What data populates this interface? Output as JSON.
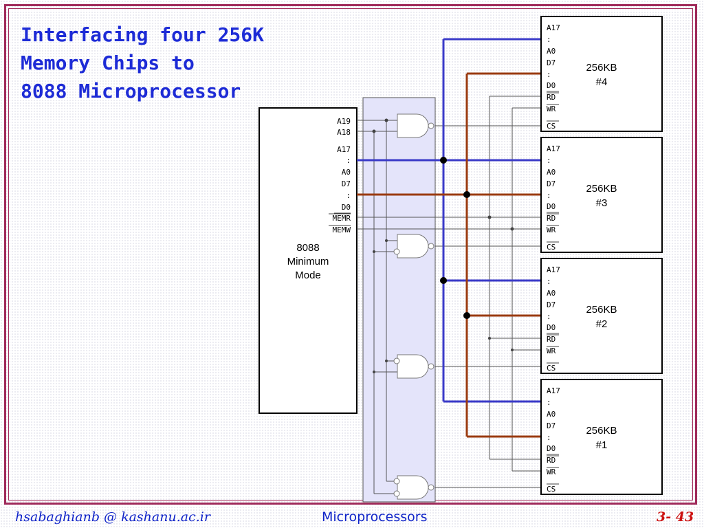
{
  "slide": {
    "title_lines": [
      "Interfacing four 256K",
      "Memory Chips to",
      "8088 Microprocessor"
    ],
    "footer_left": "hsabaghianb @ kashanu.ac.ir",
    "footer_center": "Microprocessors",
    "footer_right": "3- 43"
  },
  "cpu": {
    "label_lines": [
      "8088",
      "Minimum",
      "Mode"
    ],
    "pins": {
      "a19": "A19",
      "a18": "A18",
      "a17": "A17",
      "colon1": ":",
      "a0": "A0",
      "d7": "D7",
      "colon2": ":",
      "d0": "D0",
      "memr": "MEMR",
      "memw": "MEMW"
    }
  },
  "chip_pins": [
    "A17",
    ":",
    "A0",
    "D7",
    ":",
    "D0",
    "RD",
    "WR",
    "CS"
  ],
  "chips": [
    {
      "label_top": "256KB",
      "label_bottom": "#4"
    },
    {
      "label_top": "256KB",
      "label_bottom": "#3"
    },
    {
      "label_top": "256KB",
      "label_bottom": "#2"
    },
    {
      "label_top": "256KB",
      "label_bottom": "#1"
    }
  ],
  "colors": {
    "address_bus": "#3a3ac8",
    "data_bus": "#9a3a10",
    "frame": "#a02a5a",
    "title": "#1d2bd6",
    "footer_page": "#cc1010",
    "decoder_fill": "#e4e4fa"
  }
}
